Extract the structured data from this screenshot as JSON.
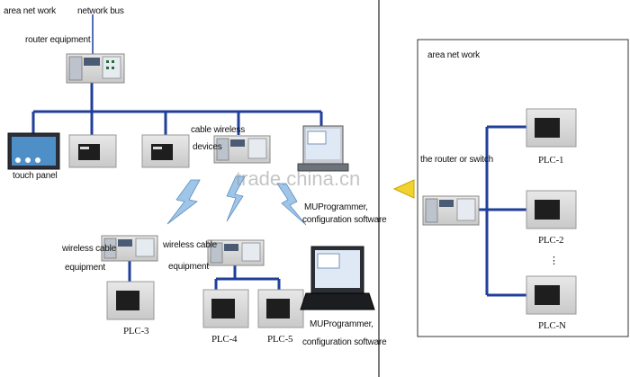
{
  "left_panel": {
    "area_net_work": "area net work",
    "network_bus": "network bus",
    "router_equipment": "router equipment",
    "touch_panel": "touch panel",
    "cable_wireless_line1": "cable wireless",
    "cable_wireless_line2": "devices",
    "wireless_cable_left_line1": "wireless cable",
    "wireless_cable_left_line2": "equipment",
    "wireless_cable_mid_line1": "wireless cable",
    "wireless_cable_mid_line2": "equipment",
    "programmer_top_line1": "MUProgrammer,",
    "programmer_top_line2": "configuration software",
    "programmer_bottom_line1": "MUProgrammer,",
    "programmer_bottom_line2": "configuration software",
    "plc3": "PLC-3",
    "plc4": "PLC-4",
    "plc5": "PLC-5"
  },
  "right_panel": {
    "area_net_work": "area net work",
    "router_or_switch": "the router or switch",
    "plc1": "PLC-1",
    "plc2": "PLC-2",
    "ellipsis": "⋮",
    "plcn": "PLC-N"
  },
  "watermark": "trade.china.cn",
  "colors": {
    "bus": "#1f3f9a",
    "device": "#d9d9d9",
    "screen": "#2b3a55",
    "lightning": "#9fc6e8",
    "arrow": "#f2d22e"
  }
}
